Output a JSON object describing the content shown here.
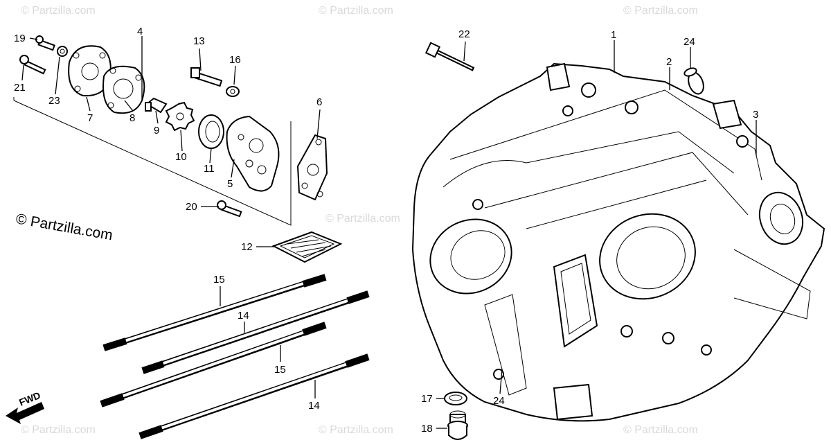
{
  "watermark": {
    "main": "© Partzilla.com",
    "faint": "© Partzilla.com"
  },
  "direction": {
    "label": "FWD"
  },
  "callouts": {
    "n1": "1",
    "n2": "2",
    "n3": "3",
    "n4": "4",
    "n5": "5",
    "n6": "6",
    "n7": "7",
    "n8": "8",
    "n9": "9",
    "n10": "10",
    "n11": "11",
    "n12": "12",
    "n13": "13",
    "n14a": "14",
    "n14b": "14",
    "n15a": "15",
    "n15b": "15",
    "n16": "16",
    "n17": "17",
    "n18": "18",
    "n19": "19",
    "n20": "20",
    "n21": "21",
    "n22": "22",
    "n23": "23",
    "n24a": "24",
    "n24b": "24"
  }
}
